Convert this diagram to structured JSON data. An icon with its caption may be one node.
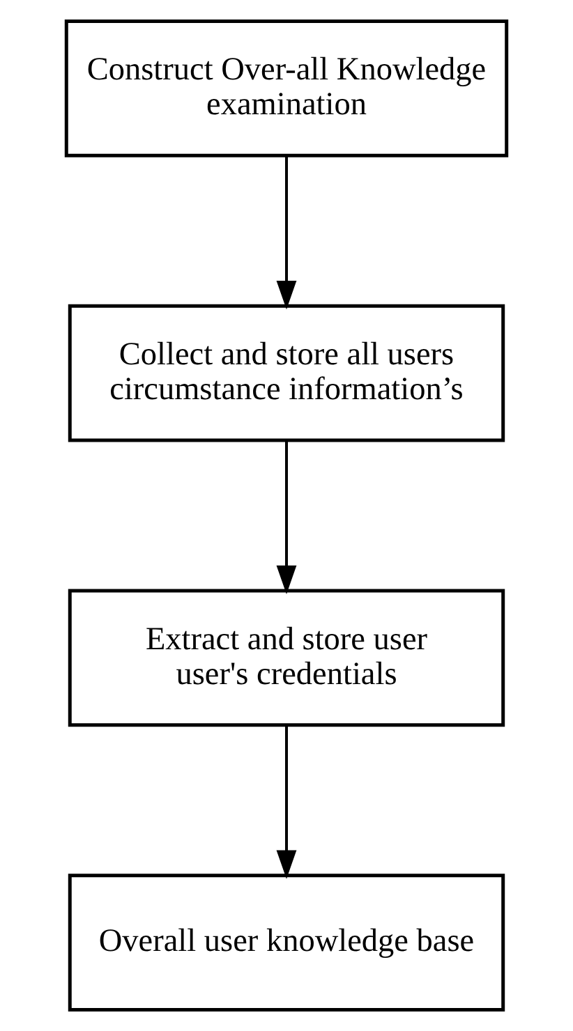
{
  "diagram": {
    "nodes": [
      {
        "text": [
          "Construct Over-all Knowledge examination"
        ]
      },
      {
        "text": [
          "Collect and store all users circumstance information’s"
        ]
      },
      {
        "text": [
          "Extract and store user user's credentials"
        ]
      },
      {
        "text": [
          "Overall user knowledge base"
        ]
      }
    ],
    "edges": [
      {
        "from": 0,
        "to": 1,
        "arrow": "to"
      },
      {
        "from": 1,
        "to": 2,
        "arrow": "to"
      },
      {
        "from": 2,
        "to": 3,
        "arrow": "to"
      }
    ]
  }
}
